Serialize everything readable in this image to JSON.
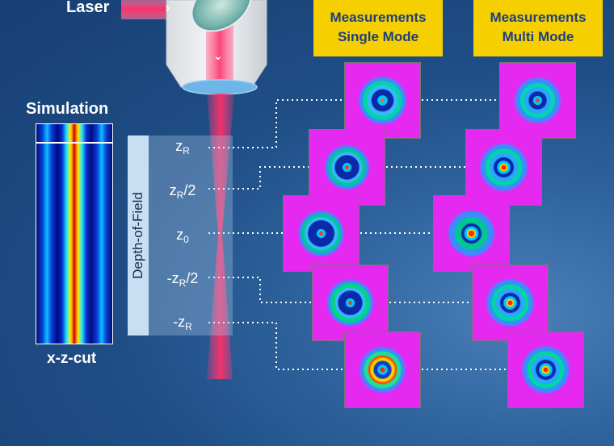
{
  "laser_label": "Laser",
  "simulation_title": "Simulation",
  "simulation_caption": "x-z-cut",
  "depth_of_field_label": "Depth-of-Field",
  "z_labels": [
    {
      "pre": "z",
      "sub": "R",
      "post": ""
    },
    {
      "pre": "z",
      "sub": "R",
      "post": "/2"
    },
    {
      "pre": "z",
      "sub": "0",
      "post": ""
    },
    {
      "pre": "-z",
      "sub": "R",
      "post": "/2"
    },
    {
      "pre": "-z",
      "sub": "R",
      "post": ""
    }
  ],
  "measurements_single": {
    "line1": "Measurements",
    "line2": "Single Mode"
  },
  "measurements_multi": {
    "line1": "Measurements",
    "line2": "Multi Mode"
  },
  "colors": {
    "background": "#1f4e86",
    "label_box": "#f5cf00",
    "label_text": "#1f3f7a",
    "beam": "#ff2f6a",
    "tile_bg": "#e629f0"
  }
}
